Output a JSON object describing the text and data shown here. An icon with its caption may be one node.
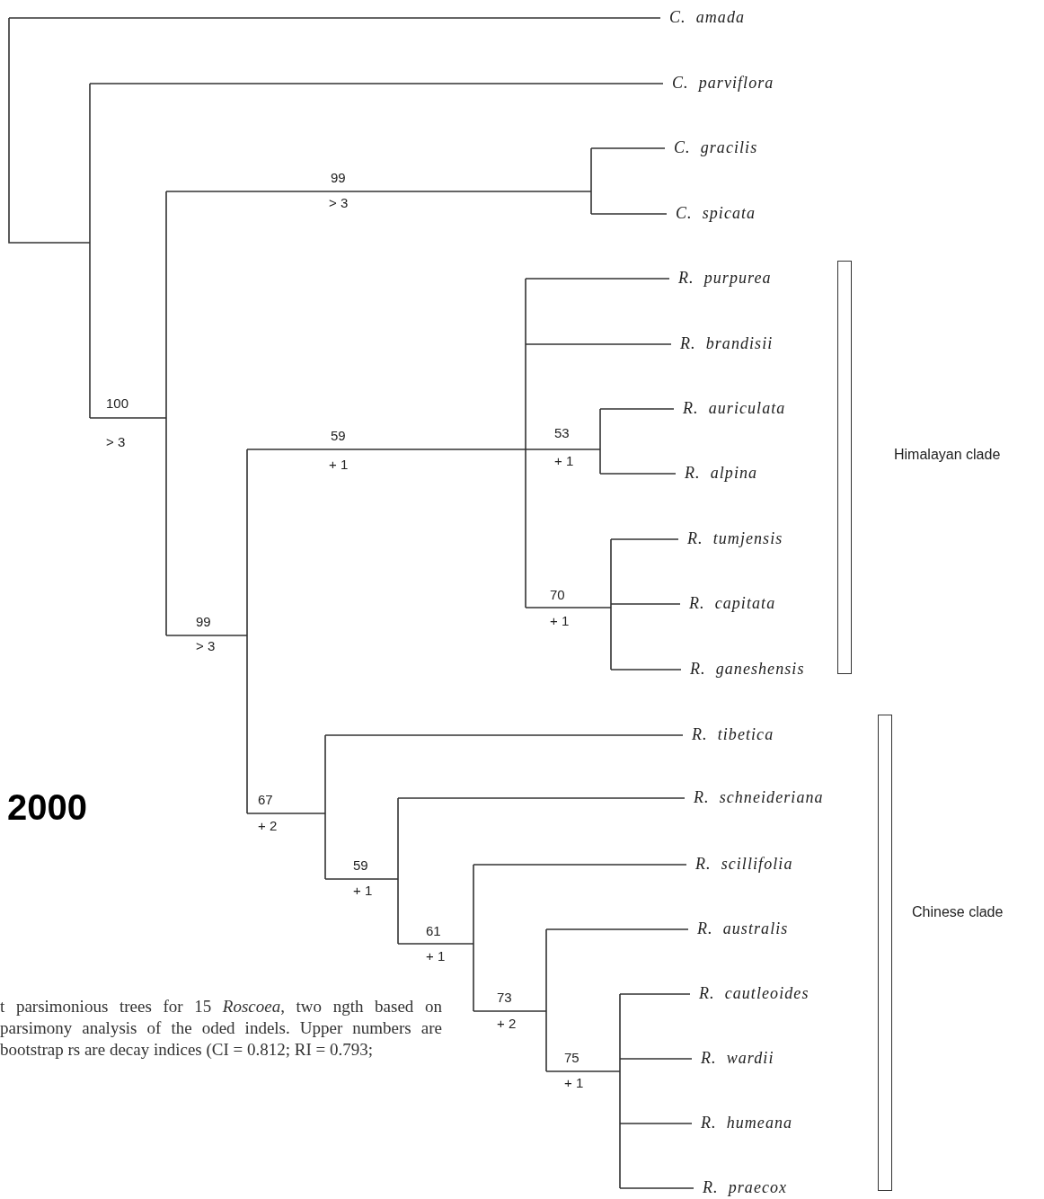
{
  "diagram": {
    "caption": "t parsimonious trees for 15 *Roscoea*, two ngth based on parsimony analysis of the oded indels. Upper numbers are bootstrap rs are decay indices (CI = 0.812; RI = 0.793;",
    "nodes": [
      {
        "text": [
          "Himalayan clade"
        ]
      },
      {
        "text": [
          "Chinese clade"
        ]
      }
    ],
    "labels": [
      "C. amada",
      "C. parviflora",
      "C. gracilis",
      "99",
      "> 3",
      "C. spicata",
      "R. purpurea",
      "R. brandisii",
      "100",
      "R. auriculata",
      "53",
      "59",
      "> 3",
      "+ 1",
      "+ 1",
      "R. alpina",
      "R. tumjensis",
      "70",
      "R. capitata",
      "99",
      "+ 1",
      "> 3",
      "R. ganeshensis",
      "R. tibetica",
      "67",
      "R. schneideriana",
      "+ 2",
      "2000",
      "59",
      "R. scillifolia",
      "+ 1",
      "61",
      "R. australis",
      "+ 1",
      "73",
      "R. cautleoides",
      "+ 2",
      "75",
      "R. wardii",
      "+ 1",
      "R. humeana",
      "R. praecox"
    ]
  }
}
